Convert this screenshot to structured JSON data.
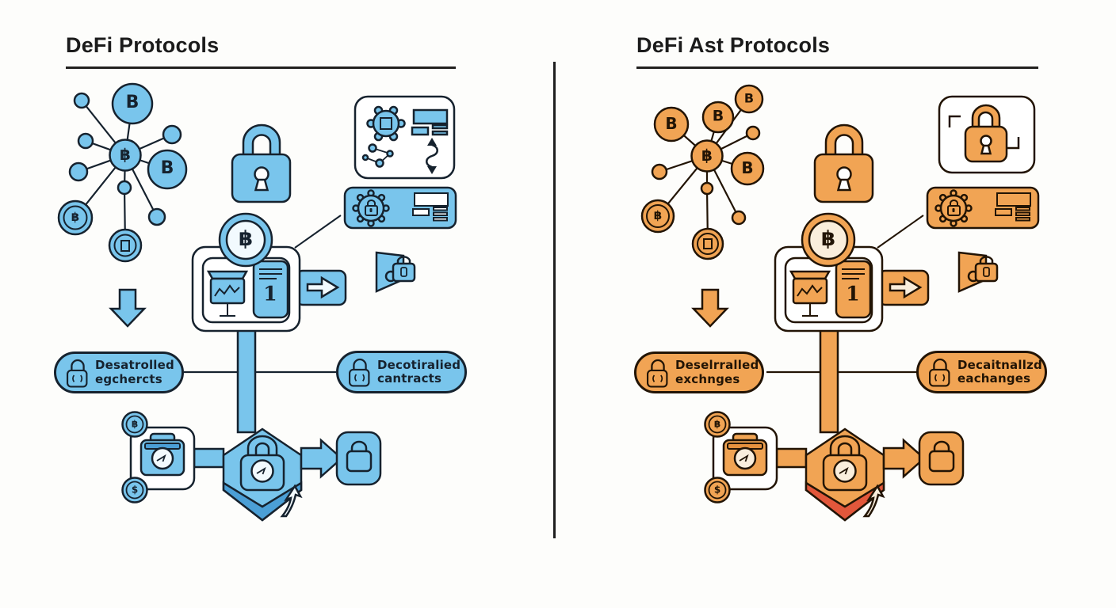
{
  "page": {
    "background": "#fdfdfb",
    "divider_color": "#1f1f1f"
  },
  "glyphs": {
    "bitcoin": "฿",
    "letter_b": "B",
    "one": "1",
    "dollar": "$"
  },
  "icons": {
    "bitcoin-network-icon": "hub-and-spoke node graph with bitcoin coins",
    "down-arrow-icon": "block arrow pointing down",
    "padlock-icon": "large closed padlock",
    "protocol-card-icon": "white card with network glyph, text bars, node path and swap-dollar glyph",
    "lock-frame-card-icon": "white card with padlock inside focus brackets",
    "protocol-banner-icon": "filled banner with gear-lock and text bars",
    "document-lock-icon": "document page with small padlock",
    "flowchart-core-icon": "bitcoin coin over terminal with chart board, numbered card and arrow box",
    "vault-flow-icon": "wallet with coins, lock hexagon with chevron and secured vault",
    "pill-lock-icon": "small outlined padlock"
  },
  "panels": [
    {
      "title": "DeFi Protocols",
      "colors": {
        "accent": "#79C5EC",
        "accent_dark": "#4B9FD6",
        "chev": "#4B9FD6",
        "coin_inner": "#F2FAFE",
        "card_bar": "#FFFFFF",
        "ink": "#16222E"
      },
      "pills": [
        {
          "line1": "Desatrolled",
          "line2": "egchercts"
        },
        {
          "line1": "Decotiralied",
          "line2": "cantracts"
        }
      ]
    },
    {
      "title": "DeFi Ast Protocols",
      "colors": {
        "accent": "#F1A454",
        "accent_dark": "#E6913E",
        "chev": "#E2573B",
        "coin_inner": "#FAEEDC",
        "card_bar": "none",
        "ink": "#221405"
      },
      "pills": [
        {
          "line1": "Deselrralled",
          "line2": "exchnges"
        },
        {
          "line1": "Decaitnallzd",
          "line2": "eachanges"
        }
      ]
    }
  ]
}
